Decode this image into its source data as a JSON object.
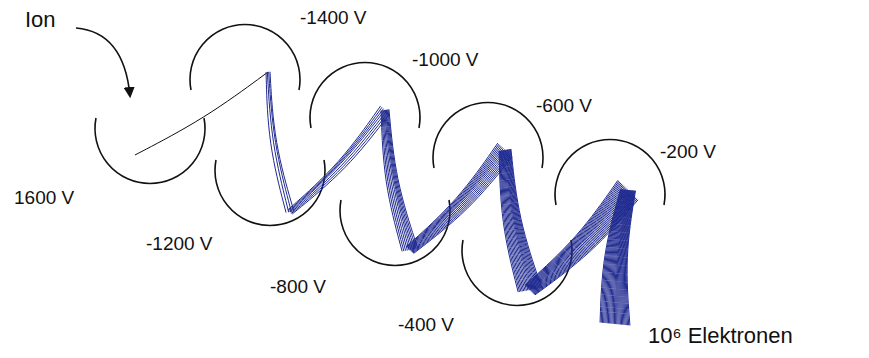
{
  "diagram": {
    "labels": [
      "Ion",
      "1600 V",
      "-1400 V",
      "-1200 V",
      "-1000 V",
      "-800 V",
      "-600 V",
      "-400 V",
      "-200 V",
      "10⁶ Elektronen"
    ]
  }
}
